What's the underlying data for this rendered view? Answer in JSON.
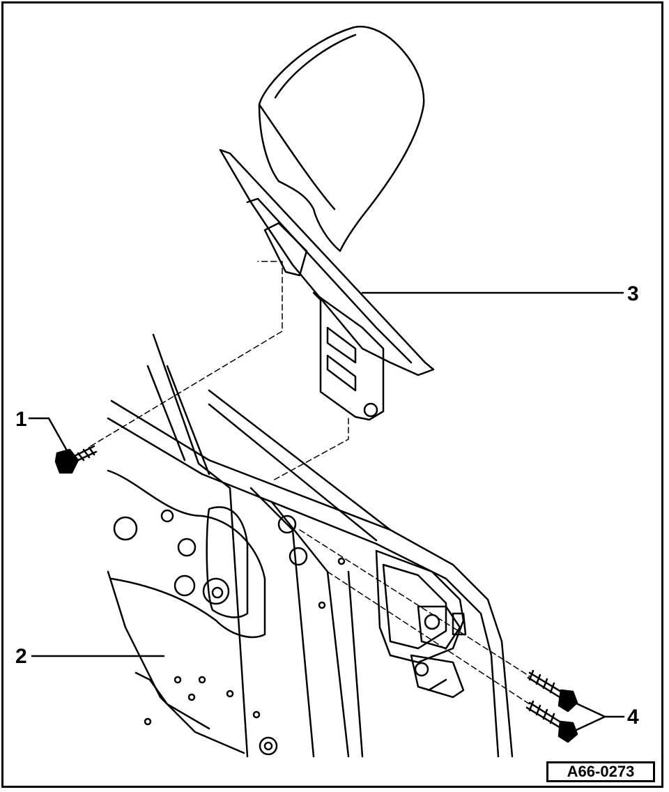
{
  "callouts": {
    "c1": "1",
    "c2": "2",
    "c3": "3",
    "c4": "4"
  },
  "figure_id": "A66-0273",
  "colors": {
    "ink": "#000000",
    "paper": "#ffffff"
  }
}
